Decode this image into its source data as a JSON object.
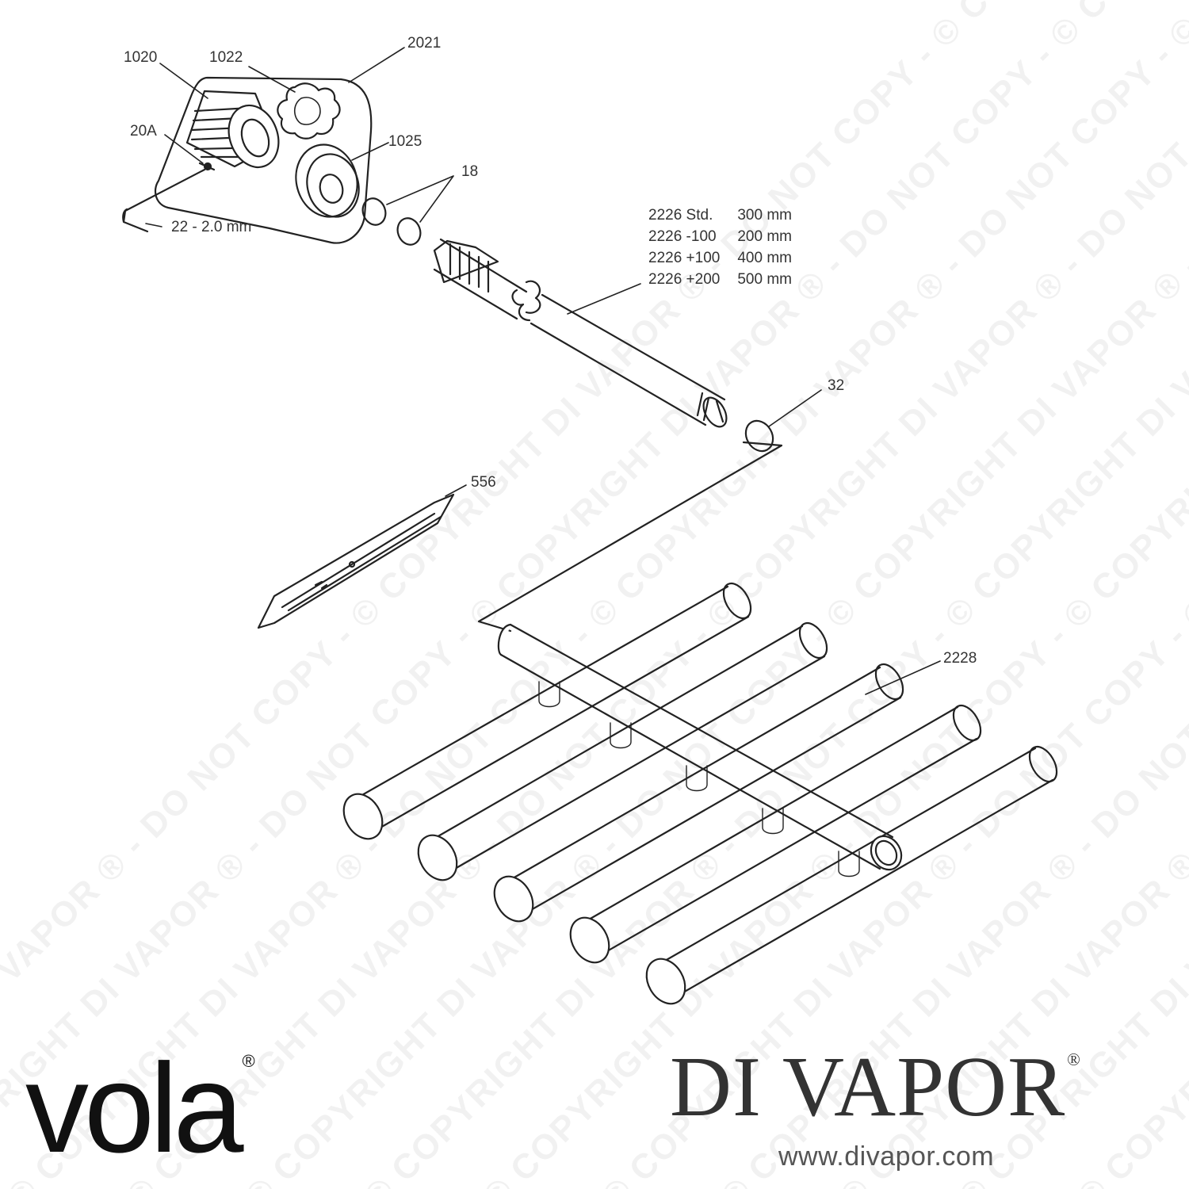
{
  "watermark": {
    "text": "© COPYRIGHT DI VAPOR ® - DO NOT COPY - "
  },
  "callouts": {
    "p1020": "1020",
    "p1022": "1022",
    "p2021": "2021",
    "p20A": "20A",
    "p1025": "1025",
    "p18": "18",
    "p22": "22 - 2.0 mm",
    "p32": "32",
    "p556": "556",
    "p2228": "2228"
  },
  "part_2226_variants": [
    {
      "code": "2226 Std.",
      "length": "300 mm"
    },
    {
      "code": "2226 -100",
      "length": "200 mm"
    },
    {
      "code": "2226 +100",
      "length": "400 mm"
    },
    {
      "code": "2226 +200",
      "length": "500 mm"
    }
  ],
  "brands": {
    "vola": "vola",
    "vola_mark": "®",
    "divapor": "DI VAPOR",
    "divapor_mark": "®",
    "url": "www.divapor.com"
  },
  "colors": {
    "line": "#222222",
    "text": "#333333",
    "watermark": "#e6e6e6"
  }
}
